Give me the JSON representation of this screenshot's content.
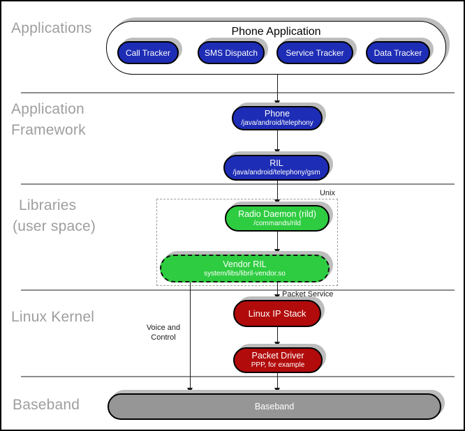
{
  "sections": {
    "applications": {
      "label": "Applications"
    },
    "framework": {
      "line1": "Application",
      "line2": "Framework"
    },
    "libraries": {
      "line1": "Libraries",
      "line2": "(user space)"
    },
    "kernel": {
      "label": "Linux Kernel"
    },
    "baseband": {
      "label": "Baseband"
    }
  },
  "nodes": {
    "phone_application": {
      "title": "Phone Application"
    },
    "trackers": [
      {
        "label": "Call Tracker"
      },
      {
        "label": "SMS Dispatch"
      },
      {
        "label": "Service Tracker"
      },
      {
        "label": "Data Tracker"
      }
    ],
    "phone": {
      "title": "Phone",
      "subtitle": "/java/android/telephony"
    },
    "ril": {
      "title": "RIL",
      "subtitle": "/java/android/telephony/gsm"
    },
    "radio_daemon": {
      "title": "Radio Daemon (rild)",
      "subtitle": "/commands/rild"
    },
    "vendor_ril": {
      "title": "Vendor RIL",
      "subtitle": "system/libs/libril-vendor.so"
    },
    "linux_ip_stack": {
      "title": "Linux IP Stack"
    },
    "packet_driver": {
      "title": "Packet Driver",
      "subtitle": "PPP, for example"
    },
    "baseband": {
      "title": "Baseband"
    }
  },
  "annotations": {
    "unix": "Unix",
    "voice_line1": "Voice and",
    "voice_line2": "Control",
    "packet_service": "Packet Service"
  },
  "colors": {
    "app_blue": "#1e2db5",
    "lib_green": "#2ecc40",
    "kernel_red": "#b20b0b",
    "baseband_gray": "#969696",
    "section_label_gray": "#9e9e9e",
    "shadow_gray": "#bdbdbd",
    "divider_gray": "#8c8c8c"
  }
}
